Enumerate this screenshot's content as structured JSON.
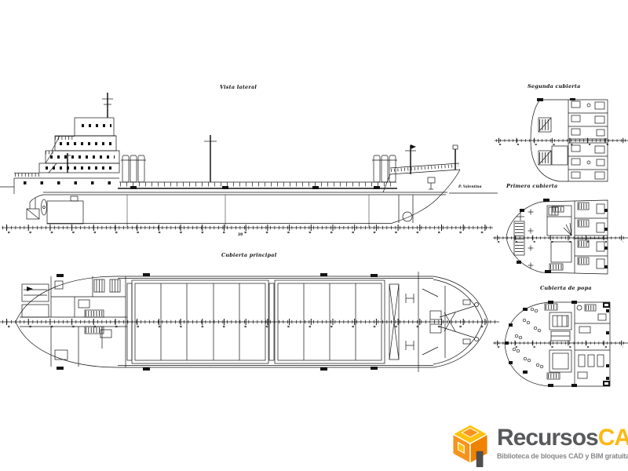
{
  "drawing": {
    "side_view_label": "Vista lateral",
    "main_deck_label": "Cubierta principal",
    "second_deck_label": "Segunda cubierta",
    "first_deck_label": "Primera cubierta",
    "poop_deck_label": "Cubierta de popa",
    "ship_name": "P. Valentina",
    "midship_mark": "20"
  },
  "logo": {
    "brand_part1": "Recursos",
    "brand_part2": "CAD",
    "tagline": "Biblioteca de bloques CAD y BIM gratuita"
  },
  "colors": {
    "ink": "#141414",
    "brand_gray": "#58595b",
    "brand_yellow": "#fdb813",
    "tagline_gray": "#87898c",
    "icon_orange": "#f7941e",
    "icon_dark_orange": "#ef8200",
    "icon_yellow": "#ffc20e",
    "icon_gray": "#4d4e50"
  }
}
